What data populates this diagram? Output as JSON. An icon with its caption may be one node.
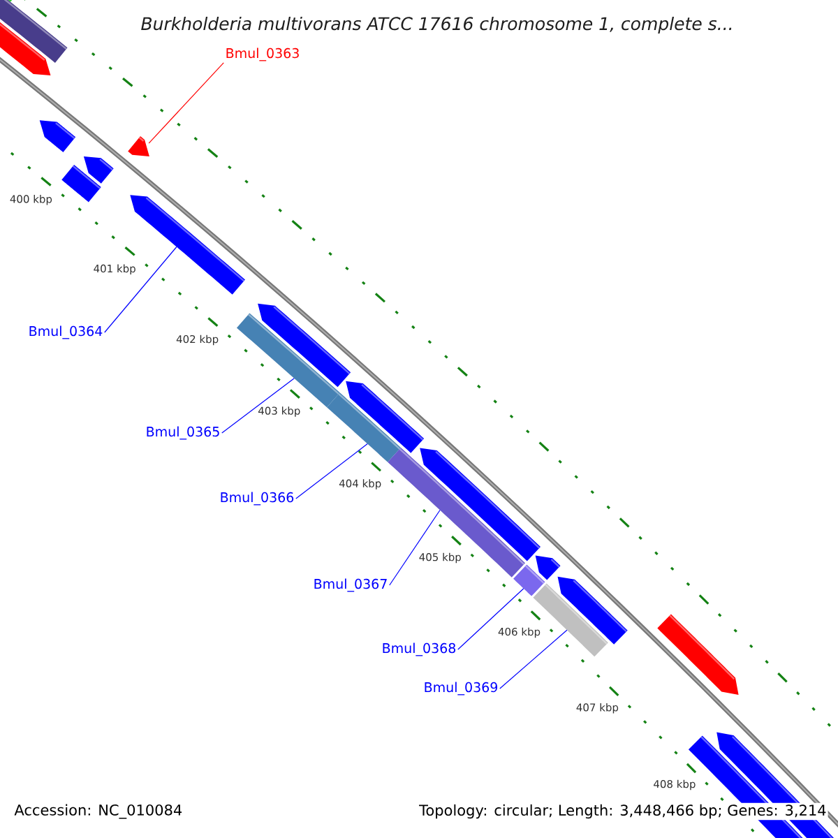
{
  "diagram": {
    "title": "Burkholderia multivorans ATCC 17616 chromosome 1, complete s...",
    "nodes": [
      {
        "text": [
          "Bmul_0363"
        ]
      },
      {
        "text": [],
        "shape": "arrow"
      },
      {
        "text": [
          "Bmul_0364"
        ]
      },
      {
        "text": [],
        "shape": "arrow"
      },
      {
        "text": [
          "Bmul_0365"
        ]
      },
      {
        "text": [],
        "shape": "box"
      },
      {
        "text": [
          "Bmul_0366"
        ]
      },
      {
        "text": [],
        "shape": "box"
      },
      {
        "text": [
          "Bmul_0367"
        ]
      },
      {
        "text": [],
        "shape": "box"
      },
      {
        "text": [
          "Bmul_0368"
        ]
      },
      {
        "text": [],
        "shape": "box"
      },
      {
        "text": [
          "Bmul_0369"
        ]
      },
      {
        "text": [],
        "shape": "box"
      }
    ],
    "edges": [
      {
        "from": 0,
        "to": 1,
        "arrow": "none",
        "color": "#ff0000"
      },
      {
        "from": 2,
        "to": 3,
        "arrow": "none"
      },
      {
        "from": 4,
        "to": 5,
        "arrow": "none"
      },
      {
        "from": 6,
        "to": 7,
        "arrow": "none"
      },
      {
        "from": 8,
        "to": 9,
        "arrow": "none"
      },
      {
        "from": 10,
        "to": 11,
        "arrow": "none"
      },
      {
        "from": 12,
        "to": 13,
        "arrow": "none"
      }
    ],
    "labels": [
      "400 kbp",
      "401 kbp",
      "402 kbp",
      "403 kbp",
      "404 kbp",
      "405 kbp",
      "406 kbp",
      "407 kbp",
      "408 kbp",
      "Accession: NC_010084",
      "Topology: circular; Length: 3,448,466 bp; Genes: 3,214"
    ]
  }
}
